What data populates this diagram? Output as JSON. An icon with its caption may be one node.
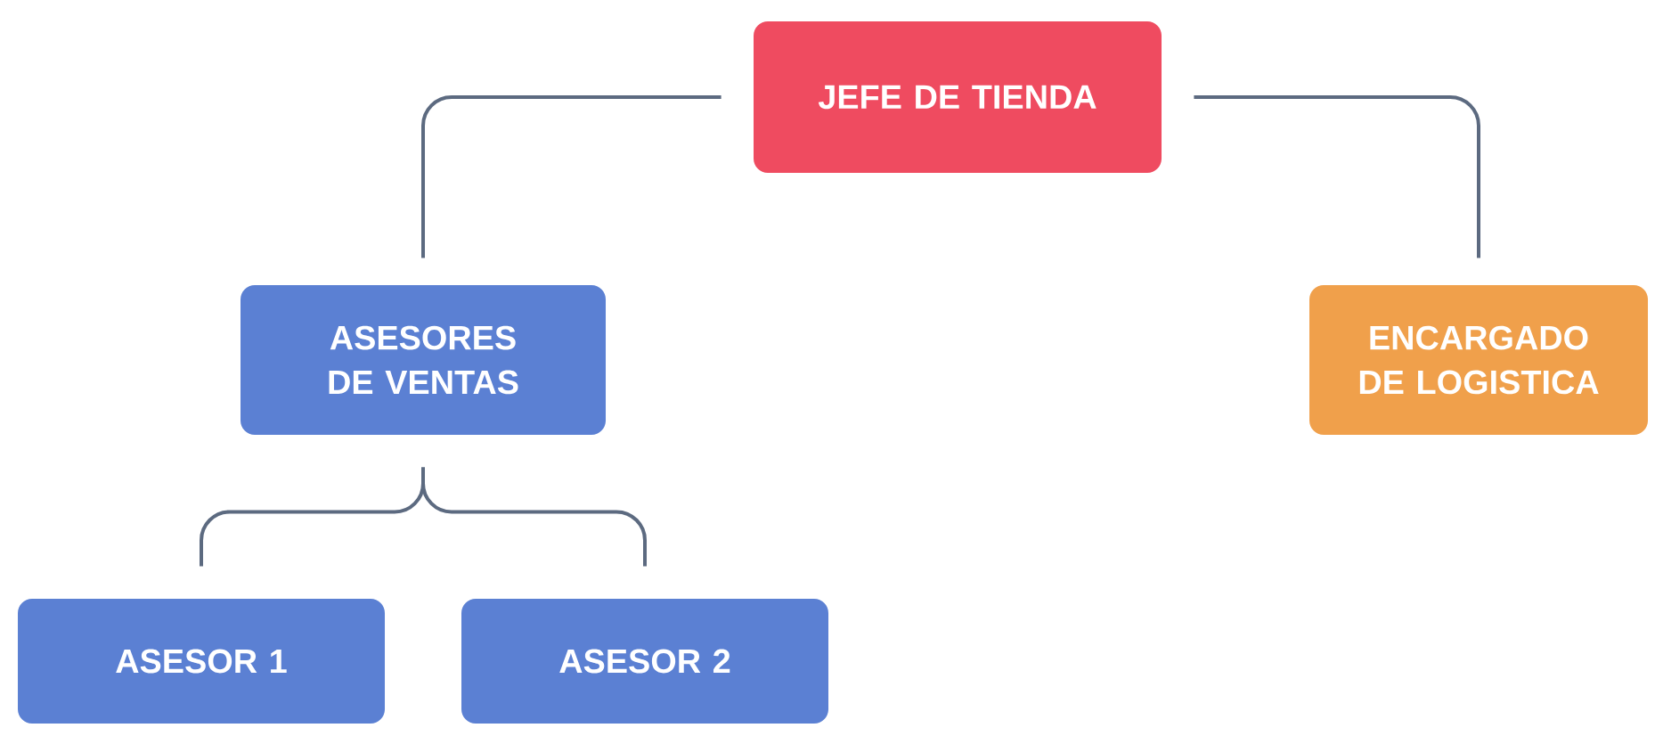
{
  "diagram": {
    "nodes": [
      {
        "text": [
          "JEFE DE TIENDA"
        ]
      },
      {
        "text": [
          "ASESORES DE VENTAS"
        ]
      },
      {
        "text": [
          "ENCARGADO DE LOGISTICA"
        ]
      },
      {
        "text": [
          "ASESOR 1"
        ]
      },
      {
        "text": [
          "ASESOR 2"
        ]
      }
    ],
    "edges": [
      {
        "from": 0,
        "to": 1,
        "arrow": "none"
      },
      {
        "from": 0,
        "to": 2,
        "arrow": "none"
      },
      {
        "from": 1,
        "to": 3,
        "arrow": "none"
      },
      {
        "from": 1,
        "to": 4,
        "arrow": "none"
      }
    ]
  }
}
